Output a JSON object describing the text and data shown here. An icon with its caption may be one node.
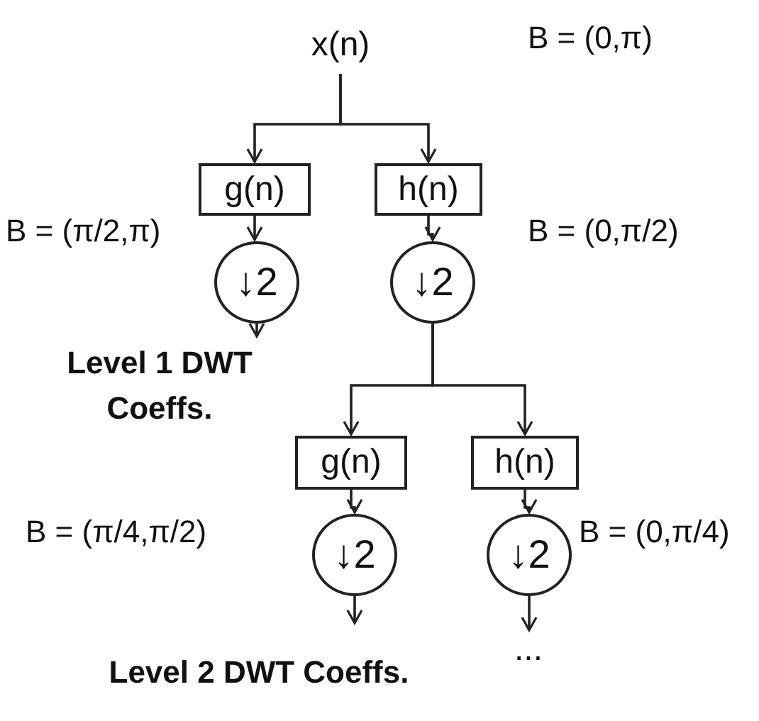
{
  "diagram": {
    "nodes": [
      {
        "text": [
          "x(n)"
        ]
      },
      {
        "text": [
          "g(n)"
        ]
      },
      {
        "text": [
          "h(n)"
        ]
      },
      {
        "text": [
          "↓2"
        ]
      },
      {
        "text": [
          "↓2"
        ]
      },
      {
        "text": [
          "Level 1 DWT Coeffs."
        ]
      },
      {
        "text": [
          "g(n)"
        ]
      },
      {
        "text": [
          "h(n)"
        ]
      },
      {
        "text": [
          "↓2"
        ]
      },
      {
        "text": [
          "↓2"
        ]
      },
      {
        "text": [
          "Level 2 DWT Coeffs."
        ]
      },
      {
        "text": [
          "..."
        ]
      }
    ],
    "edges": [
      {
        "from": 0,
        "to": 1,
        "arrow": "to"
      },
      {
        "from": 0,
        "to": 2,
        "arrow": "to"
      },
      {
        "from": 1,
        "to": 3,
        "arrow": "to"
      },
      {
        "from": 2,
        "to": 4,
        "arrow": "to"
      },
      {
        "from": 3,
        "to": 5,
        "arrow": "to"
      },
      {
        "from": 4,
        "to": 6,
        "arrow": "to"
      },
      {
        "from": 4,
        "to": 7,
        "arrow": "to"
      },
      {
        "from": 6,
        "to": 8,
        "arrow": "to"
      },
      {
        "from": 7,
        "to": 9,
        "arrow": "to"
      },
      {
        "from": 8,
        "to": 10,
        "arrow": "to"
      },
      {
        "from": 9,
        "to": 11,
        "arrow": "to"
      }
    ],
    "labels": [
      "B = (0,π)",
      "B = (π/2,π)",
      "B = (0,π/2)",
      "B = (π/4,π/2)",
      "B = (0,π/4)"
    ]
  }
}
